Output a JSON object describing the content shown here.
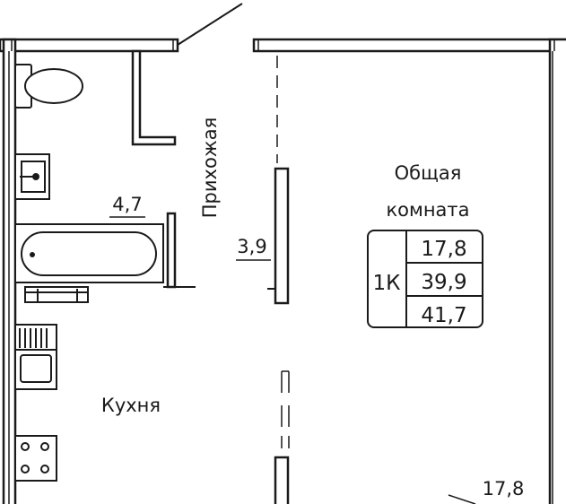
{
  "plan": {
    "unit_type": "1К",
    "areas": {
      "living": "17,8",
      "total_without_balcony": "39,9",
      "total": "41,7"
    },
    "rooms": {
      "common_room_line1": "Общая",
      "common_room_line2": "комната",
      "hallway": "Прихожая",
      "hallway_area": "3,9",
      "bathroom_area": "4,7",
      "kitchen": "Кухня",
      "room_bottom_area": "17,8"
    }
  }
}
